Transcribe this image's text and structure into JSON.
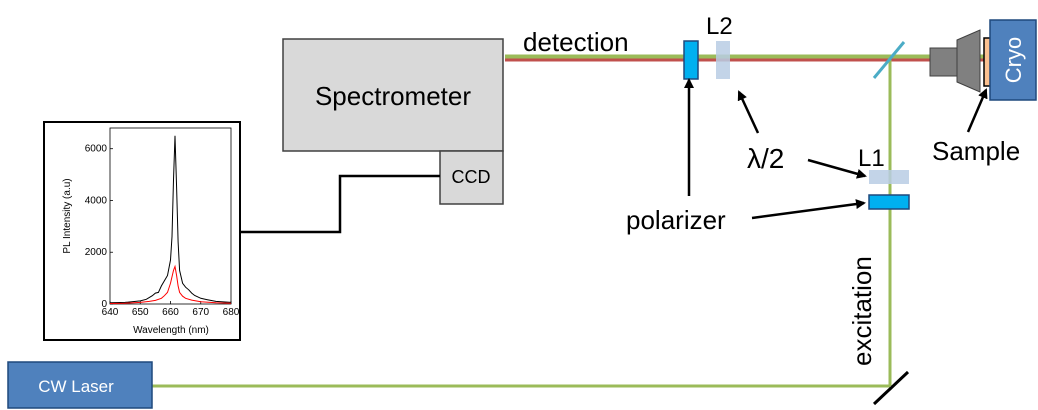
{
  "labels": {
    "spectrometer": "Spectrometer",
    "ccd": "CCD",
    "detection": "detection",
    "excitation": "excitation",
    "l1": "L1",
    "l2": "L2",
    "half_wave": "λ/2",
    "polarizer": "polarizer",
    "sample": "Sample",
    "cryo": "Cryo",
    "laser": "CW Laser"
  },
  "colors": {
    "detection_beam": "#c0504d",
    "excitation_beam": "#9bbb59",
    "blue_box": "#4f81bd",
    "polarizer": "#00b0f0",
    "waveplate": "#b8cce4",
    "sample": "#fac090",
    "spectrometer_fill": "#d9d9d9",
    "plot_black": "#000000",
    "plot_red": "#ff0000"
  },
  "chart_data": {
    "type": "line",
    "xlabel": "Wavelength (nm)",
    "ylabel": "PL Intensity (a.u)",
    "xlim": [
      640,
      680
    ],
    "ylim": [
      0,
      6800
    ],
    "xticks": [
      "640",
      "650",
      "660",
      "670",
      "680"
    ],
    "yticks": [
      "0",
      "2000",
      "4000",
      "6000"
    ],
    "series": [
      {
        "color": "#000000",
        "x": [
          640,
          645,
          650,
          652,
          654,
          655,
          656,
          657,
          658,
          659,
          660,
          660.5,
          661,
          661.5,
          662,
          662.5,
          663,
          664,
          665,
          666,
          667,
          668,
          670,
          672,
          675,
          680
        ],
        "y": [
          50,
          60,
          120,
          180,
          320,
          420,
          450,
          700,
          900,
          1100,
          1700,
          2600,
          4800,
          6500,
          4500,
          2400,
          1300,
          800,
          650,
          550,
          420,
          330,
          220,
          170,
          100,
          60
        ]
      },
      {
        "color": "#ff0000",
        "x": [
          640,
          645,
          650,
          653,
          655,
          657,
          658,
          659,
          660,
          661,
          661.5,
          662,
          662.5,
          663,
          664,
          665,
          667,
          670,
          675,
          680
        ],
        "y": [
          20,
          30,
          60,
          100,
          140,
          220,
          320,
          450,
          800,
          1300,
          1450,
          1100,
          700,
          450,
          300,
          220,
          150,
          90,
          50,
          30
        ]
      }
    ]
  }
}
